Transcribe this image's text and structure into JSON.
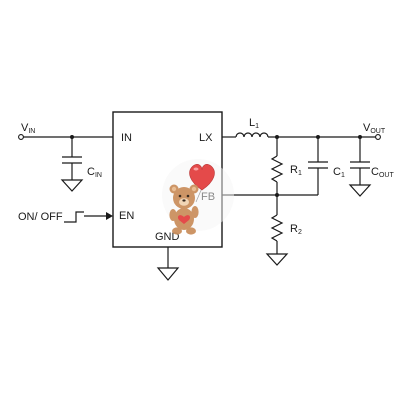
{
  "schematic": {
    "labels": {
      "vin": "V",
      "vin_sub": "IN",
      "cin": "C",
      "cin_sub": "IN",
      "in_pin": "IN",
      "lx_pin": "LX",
      "fb_pin": "FB",
      "en_pin": "EN",
      "gnd_pin": "GND",
      "on_off": "ON/ OFF",
      "l1": "L",
      "l1_sub": "1",
      "r1": "R",
      "r1_sub": "1",
      "r2": "R",
      "r2_sub": "2",
      "c1": "C",
      "c1_sub": "1",
      "vout": "V",
      "vout_sub": "OUT",
      "cout": "C",
      "cout_sub": "OUT"
    }
  },
  "icons": {
    "overlay": "teddy-bear-with-heart-balloon-icon"
  },
  "colors": {
    "line": "#1a1a1a",
    "heart": "#e23b3b",
    "bear": "#c98d5a"
  }
}
